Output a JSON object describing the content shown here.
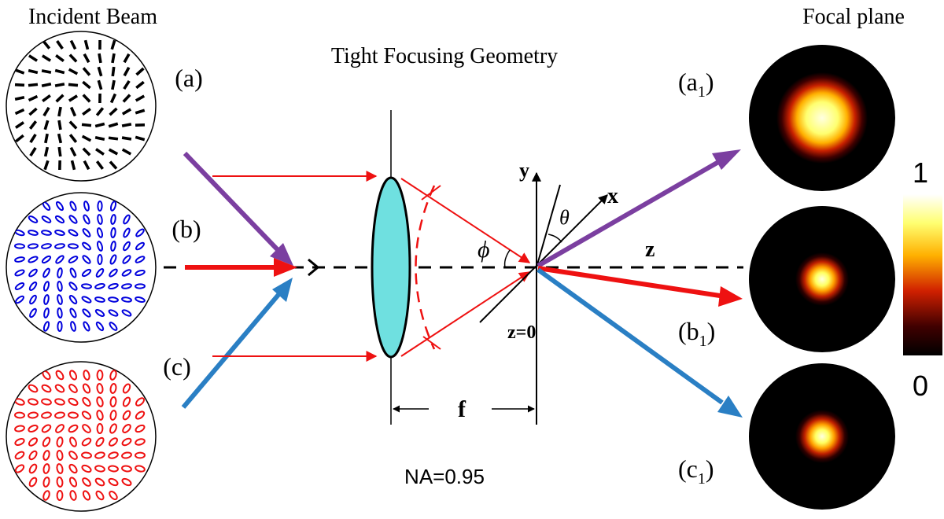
{
  "labels": {
    "incident": "Incident Beam",
    "geometry": "Tight Focusing Geometry",
    "focal": "Focal plane",
    "panel_a": "(a)",
    "panel_b": "(b)",
    "panel_c": "(c)",
    "out_a_main": "(a",
    "out_a_sub": "1",
    "out_a_close": ")",
    "out_b_main": "(b",
    "out_b_sub": "1",
    "out_b_close": ")",
    "out_c_main": "(c",
    "out_c_sub": "1",
    "out_c_close": ")",
    "axis_y": "y",
    "axis_x": "x",
    "axis_z": "z",
    "theta": "θ",
    "phi": "ϕ",
    "z0": "z=0",
    "focal_length": "f",
    "na": "NA=0.95",
    "colorbar_max": "1",
    "colorbar_min": "0"
  },
  "colors": {
    "beam_a": "#000000",
    "beam_b": "#0000dd",
    "beam_c": "#ee1111",
    "arrow_a": "#7b3fa0",
    "arrow_b": "#ee1111",
    "arrow_c": "#2a7fc4",
    "lens": "#6fe0e0",
    "ray": "#ee1111"
  }
}
